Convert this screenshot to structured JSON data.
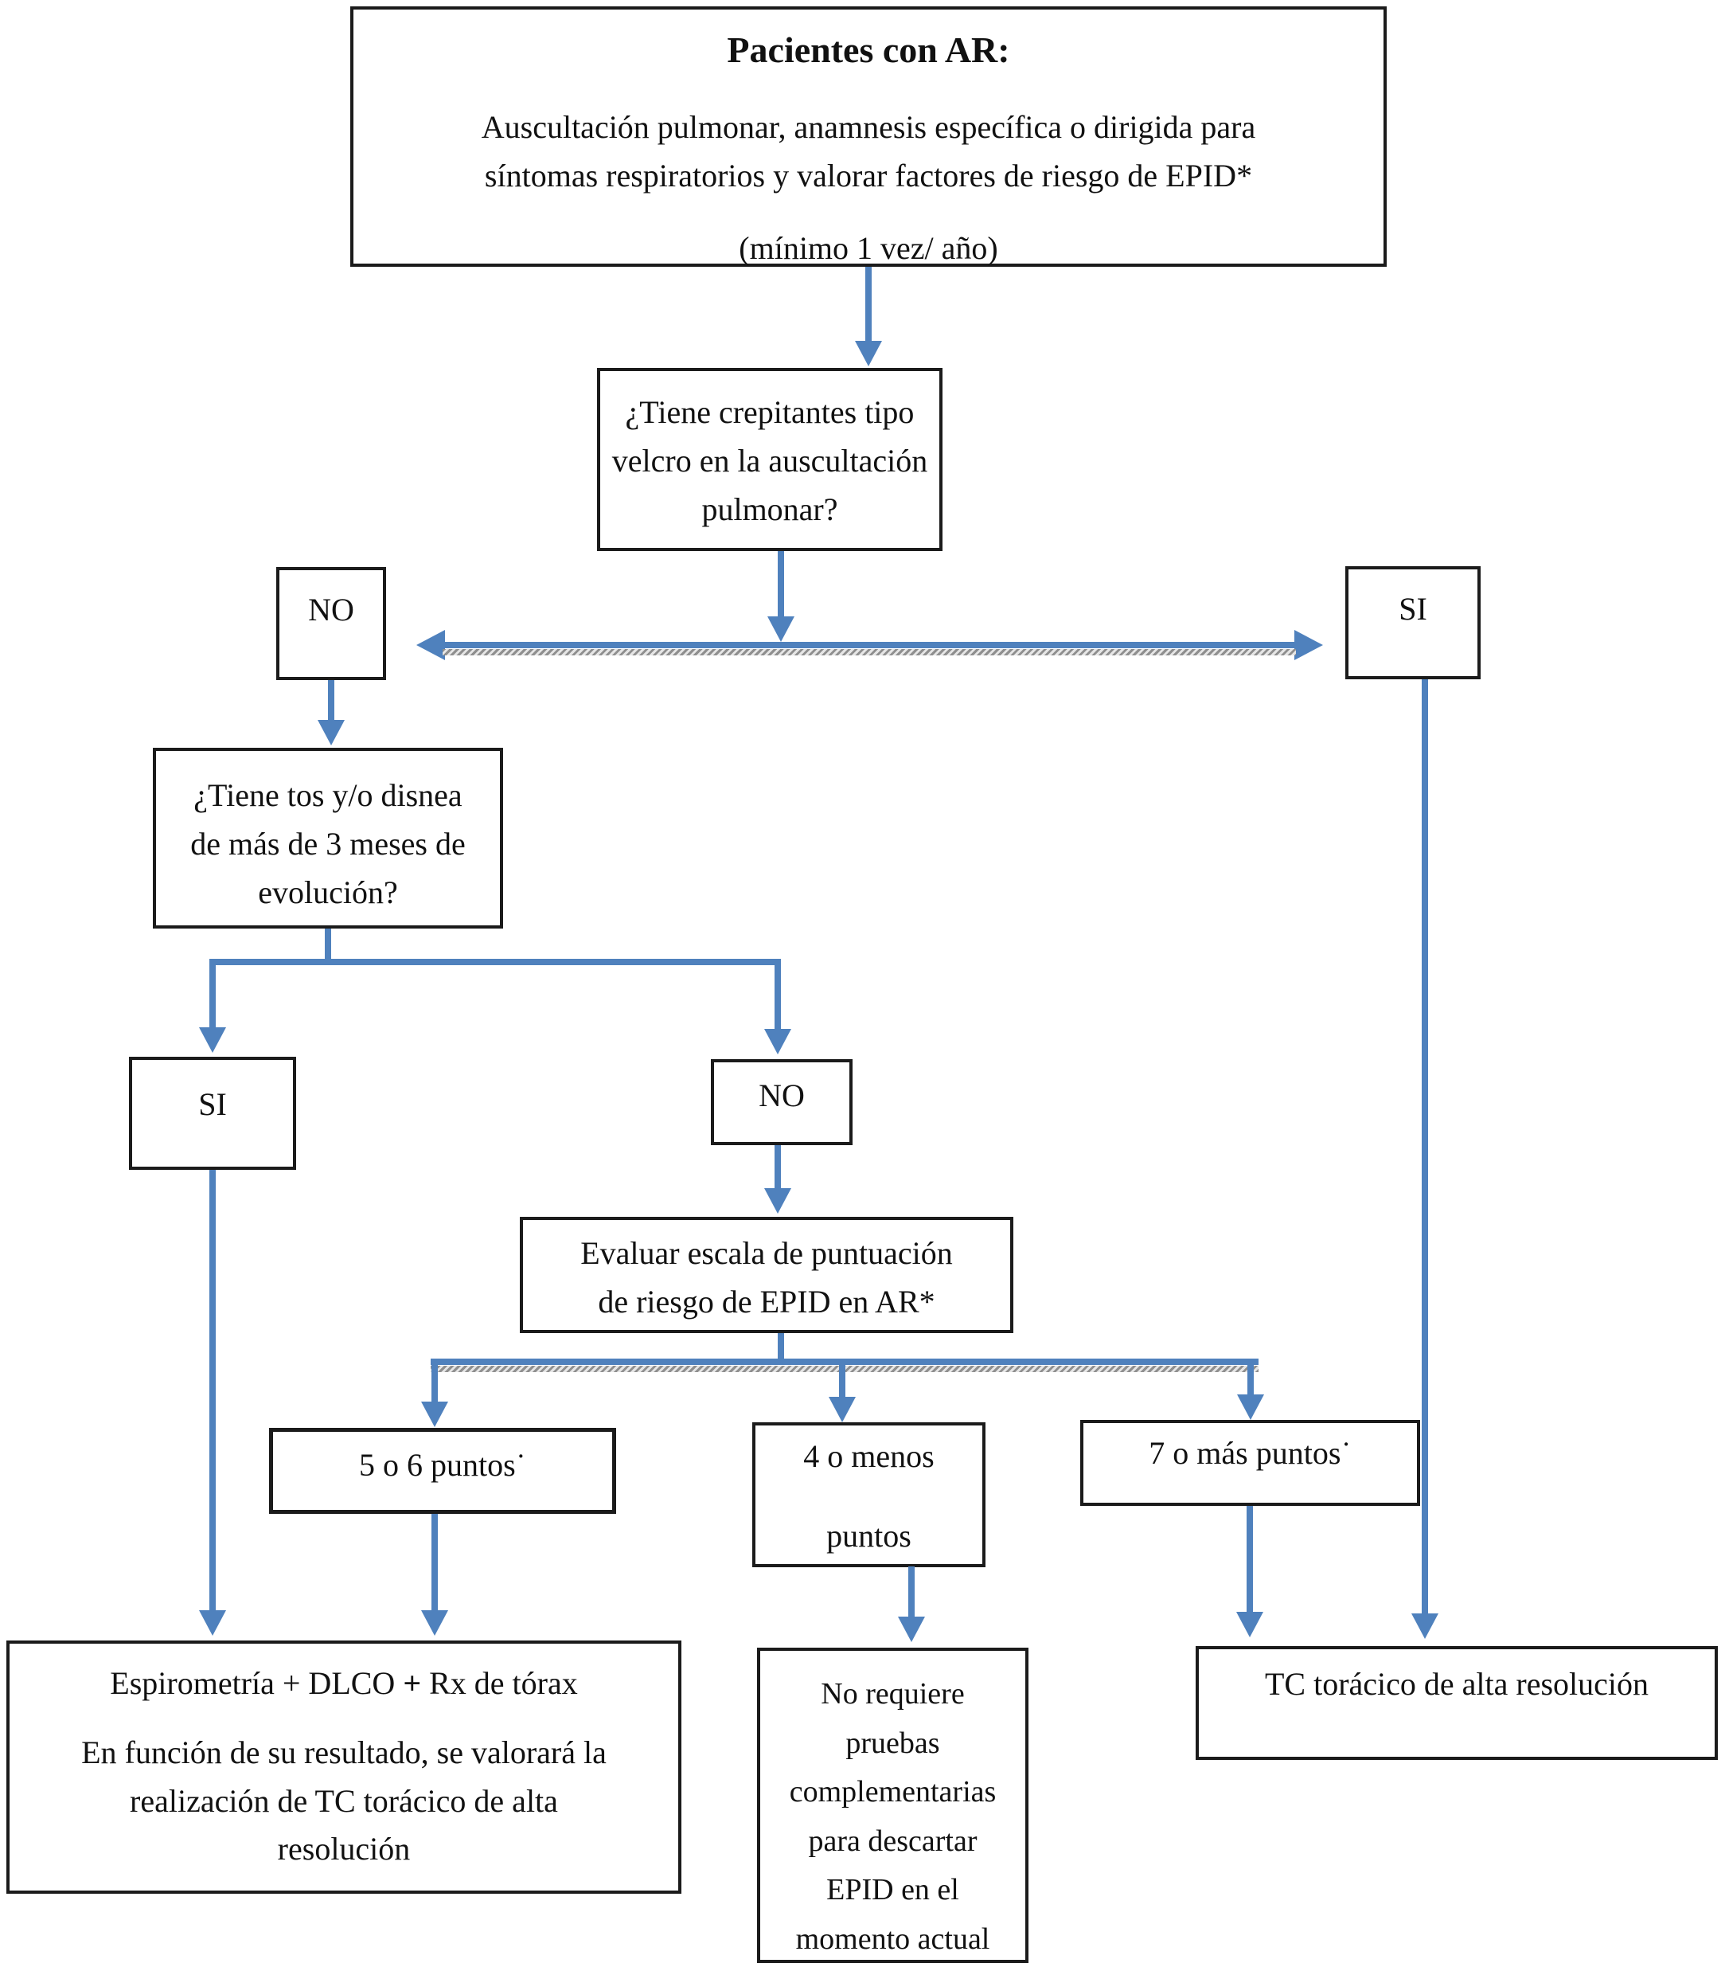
{
  "accent_color": "#4f81bd",
  "border_color": "#1b1b1b",
  "nodes": {
    "pacientes": {
      "title": "Pacientes con AR:",
      "body": "Auscultación pulmonar, anamnesis específica o dirigida para\nsíntomas respiratorios y valorar factores de riesgo de EPID*",
      "note": "(mínimo 1 vez/ año)"
    },
    "crepitantes": {
      "text": "¿Tiene crepitantes tipo\nvelcro en la auscultación\npulmonar?"
    },
    "no1": {
      "text": "NO"
    },
    "si1": {
      "text": "SI"
    },
    "tos": {
      "text": "¿Tiene tos y/o disnea\nde más de 3 meses de\nevolución?"
    },
    "si2": {
      "text": "SI"
    },
    "no2": {
      "text": "NO"
    },
    "evaluar": {
      "text": "Evaluar escala de puntuación\nde riesgo de EPID en AR*"
    },
    "p56": {
      "text": "5 o 6 puntos˙"
    },
    "p4": {
      "text": "4 o menos\n\npuntos"
    },
    "p7": {
      "text": "7 o más puntos˙"
    },
    "espirometria": {
      "line1_pre": "Espirometría + DLCO ",
      "line1_plus": "+",
      "line1_post": " Rx de tórax",
      "line2": "En función de su resultado, se valorará la\nrealización de TC torácico de alta\nresolución"
    },
    "norequiere": {
      "text": "No requiere\npruebas\ncomplementarias\npara descartar\nEPID en el\nmomento actual"
    },
    "tc": {
      "text": "TC torácico de alta resolución"
    }
  }
}
